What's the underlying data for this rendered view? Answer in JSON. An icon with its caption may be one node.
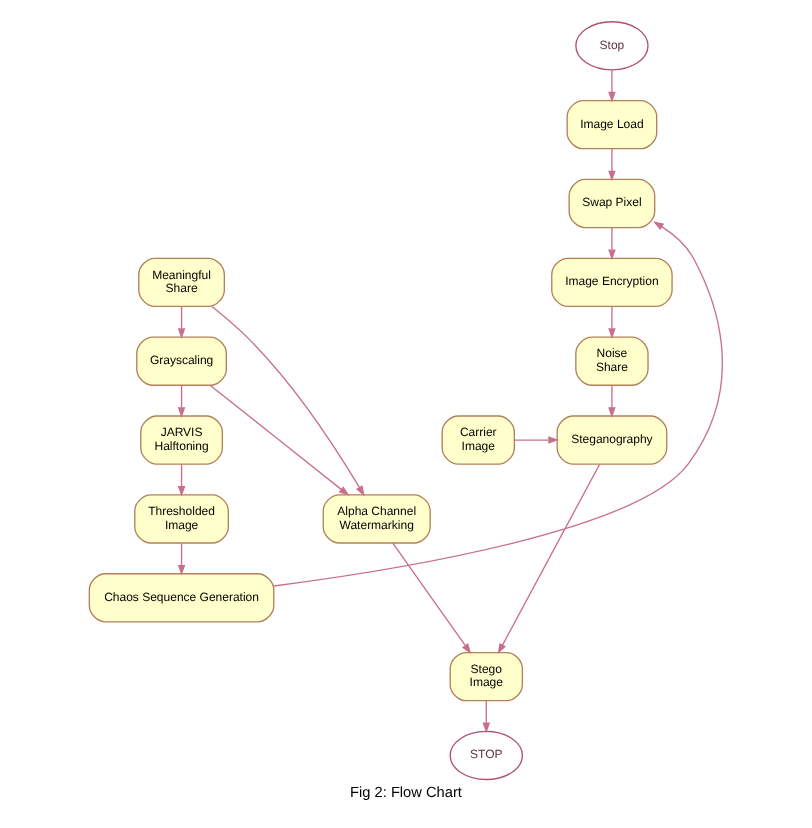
{
  "diagram": {
    "caption": "Fig 2: Flow Chart",
    "nodes": [
      {
        "text": [
          "Stop"
        ]
      },
      {
        "text": [
          "Image Load"
        ]
      },
      {
        "text": [
          "Swap Pixel"
        ]
      },
      {
        "text": [
          "Image Encryption"
        ]
      },
      {
        "text": [
          "Noise Share"
        ]
      },
      {
        "text": [
          "Carrier Image"
        ]
      },
      {
        "text": [
          "Steganography"
        ]
      },
      {
        "text": [
          "Meaningful Share"
        ]
      },
      {
        "text": [
          "Grayscaling"
        ]
      },
      {
        "text": [
          "JARVIS Halftoning"
        ]
      },
      {
        "text": [
          "Thresholded Image"
        ]
      },
      {
        "text": [
          "Alpha Channel Watermarking"
        ]
      },
      {
        "text": [
          "Chaos Sequence Generation"
        ]
      },
      {
        "text": [
          "Stego Image"
        ]
      },
      {
        "text": [
          "STOP"
        ]
      }
    ],
    "edges": [
      {
        "from": 0,
        "to": 1,
        "arrow": "to"
      },
      {
        "from": 1,
        "to": 2,
        "arrow": "to"
      },
      {
        "from": 2,
        "to": 3,
        "arrow": "to"
      },
      {
        "from": 3,
        "to": 4,
        "arrow": "to"
      },
      {
        "from": 4,
        "to": 6,
        "arrow": "to"
      },
      {
        "from": 5,
        "to": 6,
        "arrow": "to"
      },
      {
        "from": 7,
        "to": 8,
        "arrow": "to"
      },
      {
        "from": 7,
        "to": 11,
        "arrow": "to"
      },
      {
        "from": 8,
        "to": 9,
        "arrow": "to"
      },
      {
        "from": 8,
        "to": 11,
        "arrow": "to"
      },
      {
        "from": 9,
        "to": 10,
        "arrow": "to"
      },
      {
        "from": 10,
        "to": 12,
        "arrow": "to"
      },
      {
        "from": 12,
        "to": 2,
        "arrow": "to"
      },
      {
        "from": 6,
        "to": 13,
        "arrow": "to"
      },
      {
        "from": 11,
        "to": 13,
        "arrow": "to"
      },
      {
        "from": 13,
        "to": 14,
        "arrow": "to"
      }
    ]
  }
}
